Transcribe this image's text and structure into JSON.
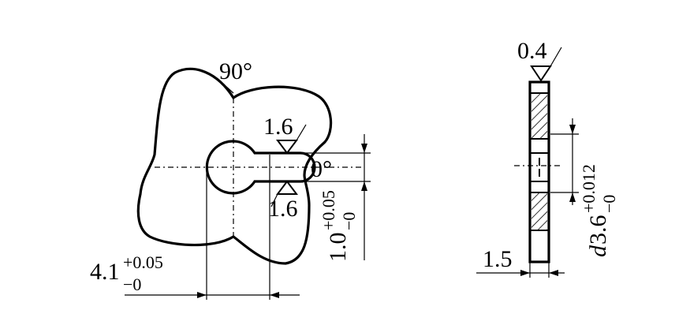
{
  "angle_top": "90°",
  "angle_slot": "0°",
  "roughness_top": "1.6",
  "roughness_bottom": "1.6",
  "slot_width": {
    "base": "1.0",
    "upper": "+0.05",
    "lower": "−0"
  },
  "slot_depth": {
    "base": "4.1",
    "upper": "+0.05",
    "lower": "−0"
  },
  "roughness_side": "0.4",
  "bore": {
    "prefix": "d",
    "base": "3.6",
    "upper": "+0.012",
    "lower": "−0"
  },
  "thickness": "1.5"
}
